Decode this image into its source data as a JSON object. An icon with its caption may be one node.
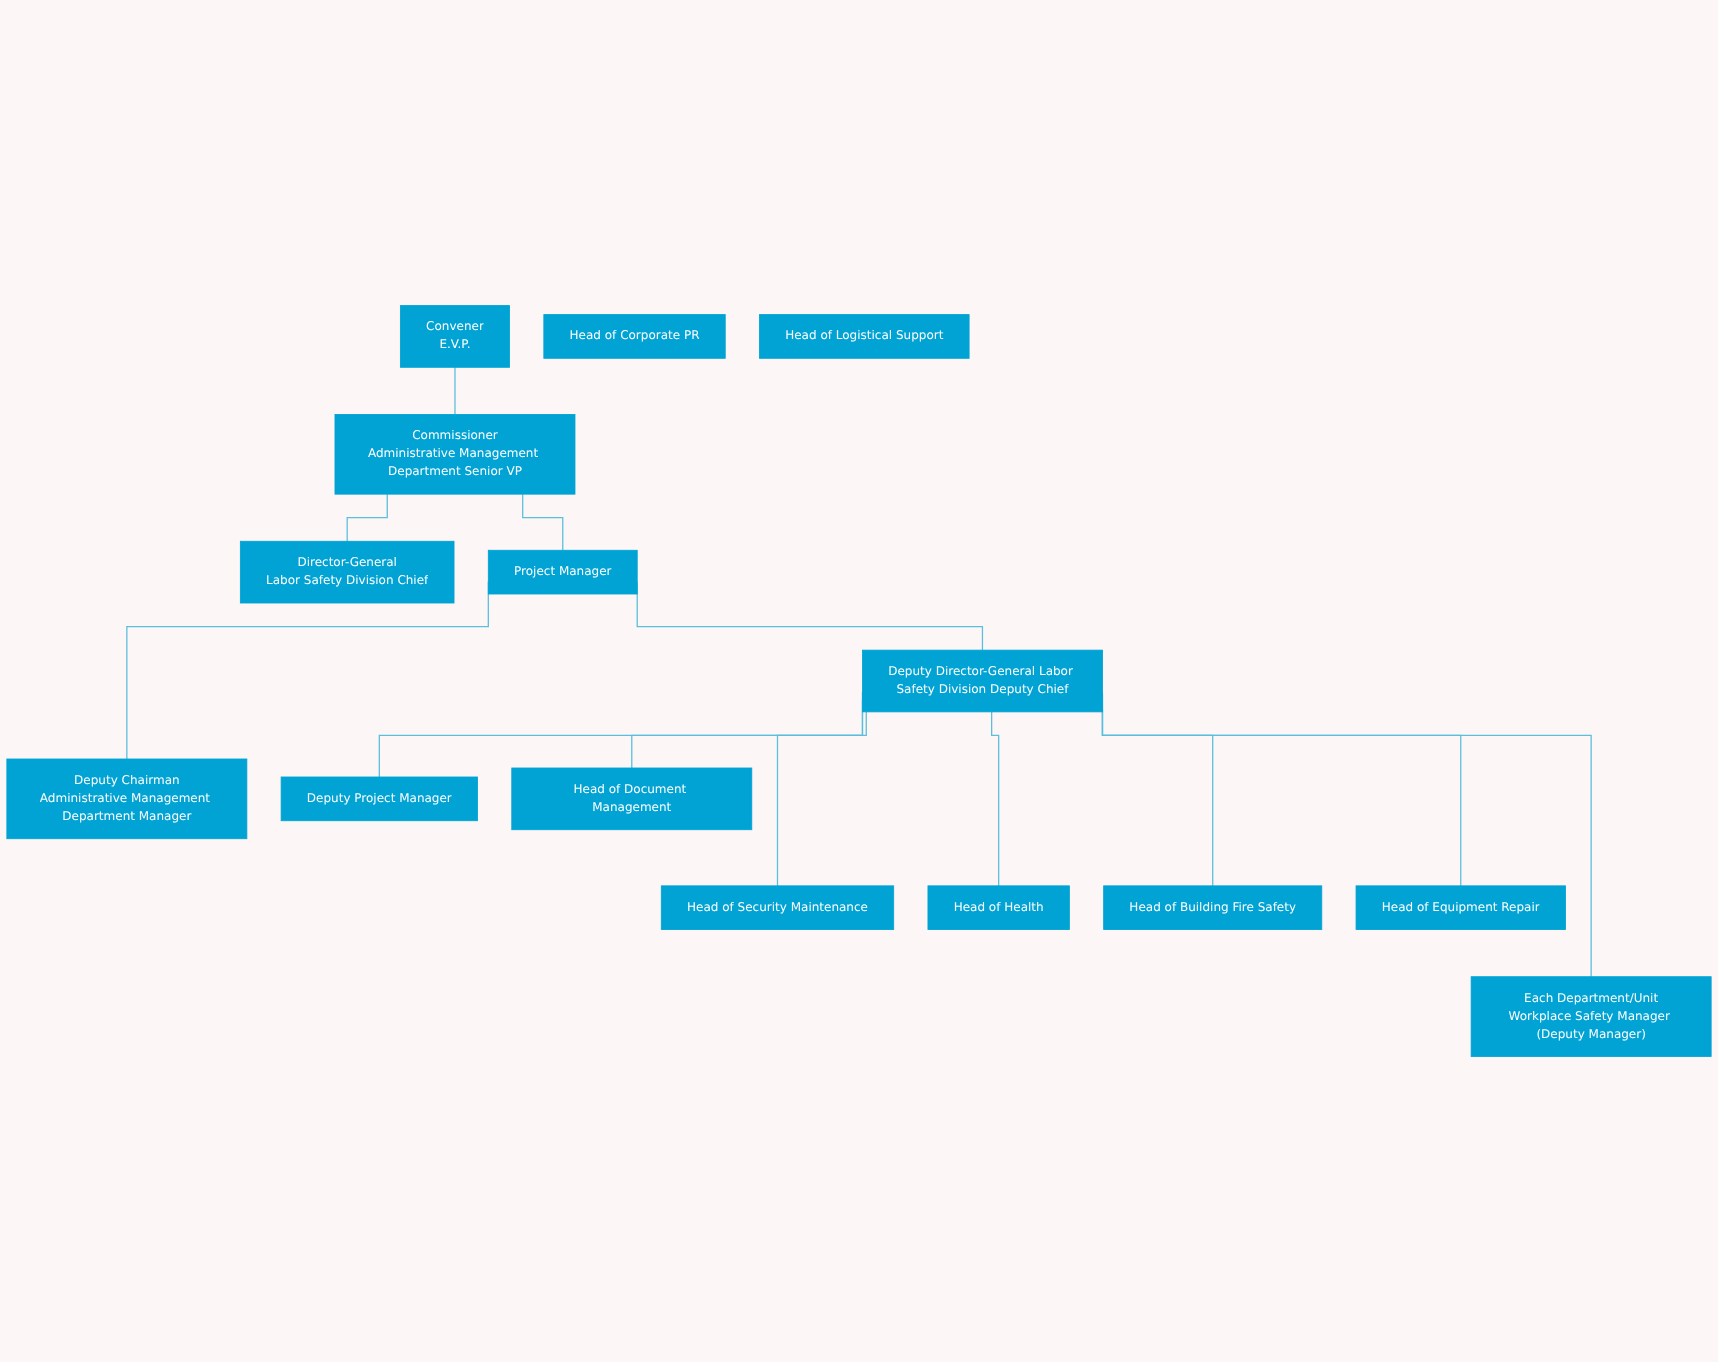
{
  "diagram": {
    "nodes": [
      {
        "text": [
          "Convener",
          "E.V.P."
        ]
      },
      {
        "text": [
          "Commissioner",
          "Administrative Management Department Senior VP"
        ]
      },
      {
        "text": [
          "Director-General",
          "Labor Safety Division Chief"
        ]
      },
      {
        "text": [
          "Project Manager"
        ]
      },
      {
        "text": [
          "Deputy Chairman",
          "Administrative Management Department Manager"
        ]
      },
      {
        "text": [
          "Deputy Director-General Labor Safety Division Deputy Chief"
        ]
      },
      {
        "text": [
          "Deputy Project Manager"
        ]
      },
      {
        "text": [
          "Head of Document Management"
        ]
      },
      {
        "text": [
          "Head of Security Maintenance"
        ]
      },
      {
        "text": [
          "Head of Health"
        ]
      },
      {
        "text": [
          "Head of Building Fire Safety"
        ]
      },
      {
        "text": [
          "Head of Equipment Repair"
        ]
      },
      {
        "text": [
          "Head of Corporate PR"
        ]
      },
      {
        "text": [
          "Each Department/Unit",
          "Workplace Safety Manager (Deputy Manager)"
        ]
      },
      {
        "text": [
          "Head of Logistical Support"
        ]
      }
    ],
    "edges": [
      {
        "from": 0,
        "to": 1,
        "arrow": "none"
      },
      {
        "from": 1,
        "to": 2,
        "arrow": "none"
      },
      {
        "from": 1,
        "to": 3,
        "arrow": "none"
      },
      {
        "from": 3,
        "to": 4,
        "arrow": "none"
      },
      {
        "from": 3,
        "to": 5,
        "arrow": "none"
      },
      {
        "from": 5,
        "to": 6,
        "arrow": "none"
      },
      {
        "from": 5,
        "to": 7,
        "arrow": "none"
      },
      {
        "from": 5,
        "to": 8,
        "arrow": "none"
      },
      {
        "from": 5,
        "to": 9,
        "arrow": "none"
      },
      {
        "from": 5,
        "to": 10,
        "arrow": "none"
      },
      {
        "from": 5,
        "to": 11,
        "arrow": "none"
      },
      {
        "from": 5,
        "to": 13,
        "arrow": "none"
      }
    ]
  }
}
